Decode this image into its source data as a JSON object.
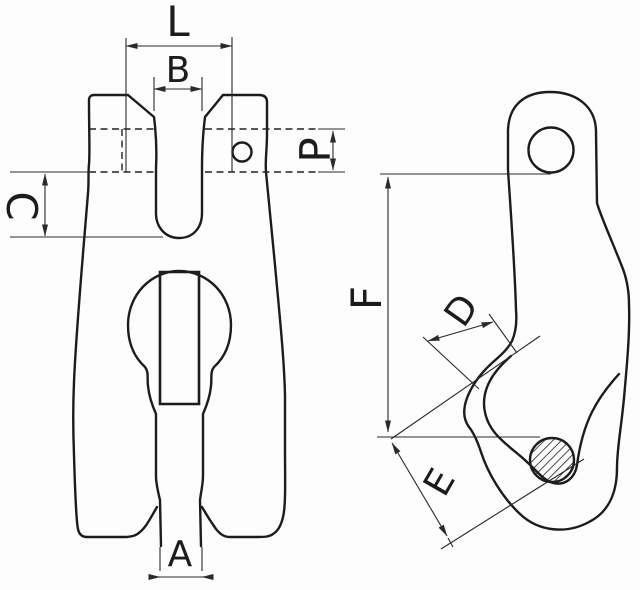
{
  "diagram": {
    "dimension_labels": {
      "L": "L",
      "B": "B",
      "P": "P",
      "C": "C",
      "A": "A",
      "F": "F",
      "D": "D",
      "E": "E"
    },
    "colors": {
      "line": "#1c1c1c",
      "background": "#fdfdfd"
    }
  }
}
